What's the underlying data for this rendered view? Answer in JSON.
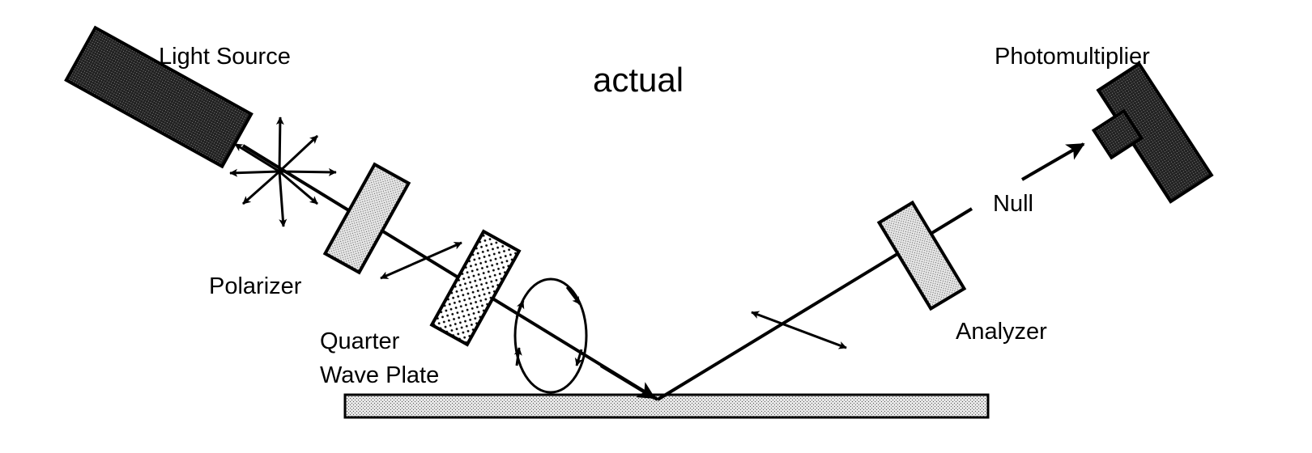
{
  "title": "actual",
  "labels": {
    "light_source": "Light Source",
    "polarizer": "Polarizer",
    "quarter_wave_plate_line1": "Quarter",
    "quarter_wave_plate_line2": "Wave Plate",
    "analyzer": "Analyzer",
    "photomultiplier": "Photomultiplier",
    "null": "Null"
  },
  "colors": {
    "ink": "#000000",
    "light_fill": "#d4d4d4",
    "dark_fill": "#3a3a3a",
    "background": "#ffffff"
  }
}
